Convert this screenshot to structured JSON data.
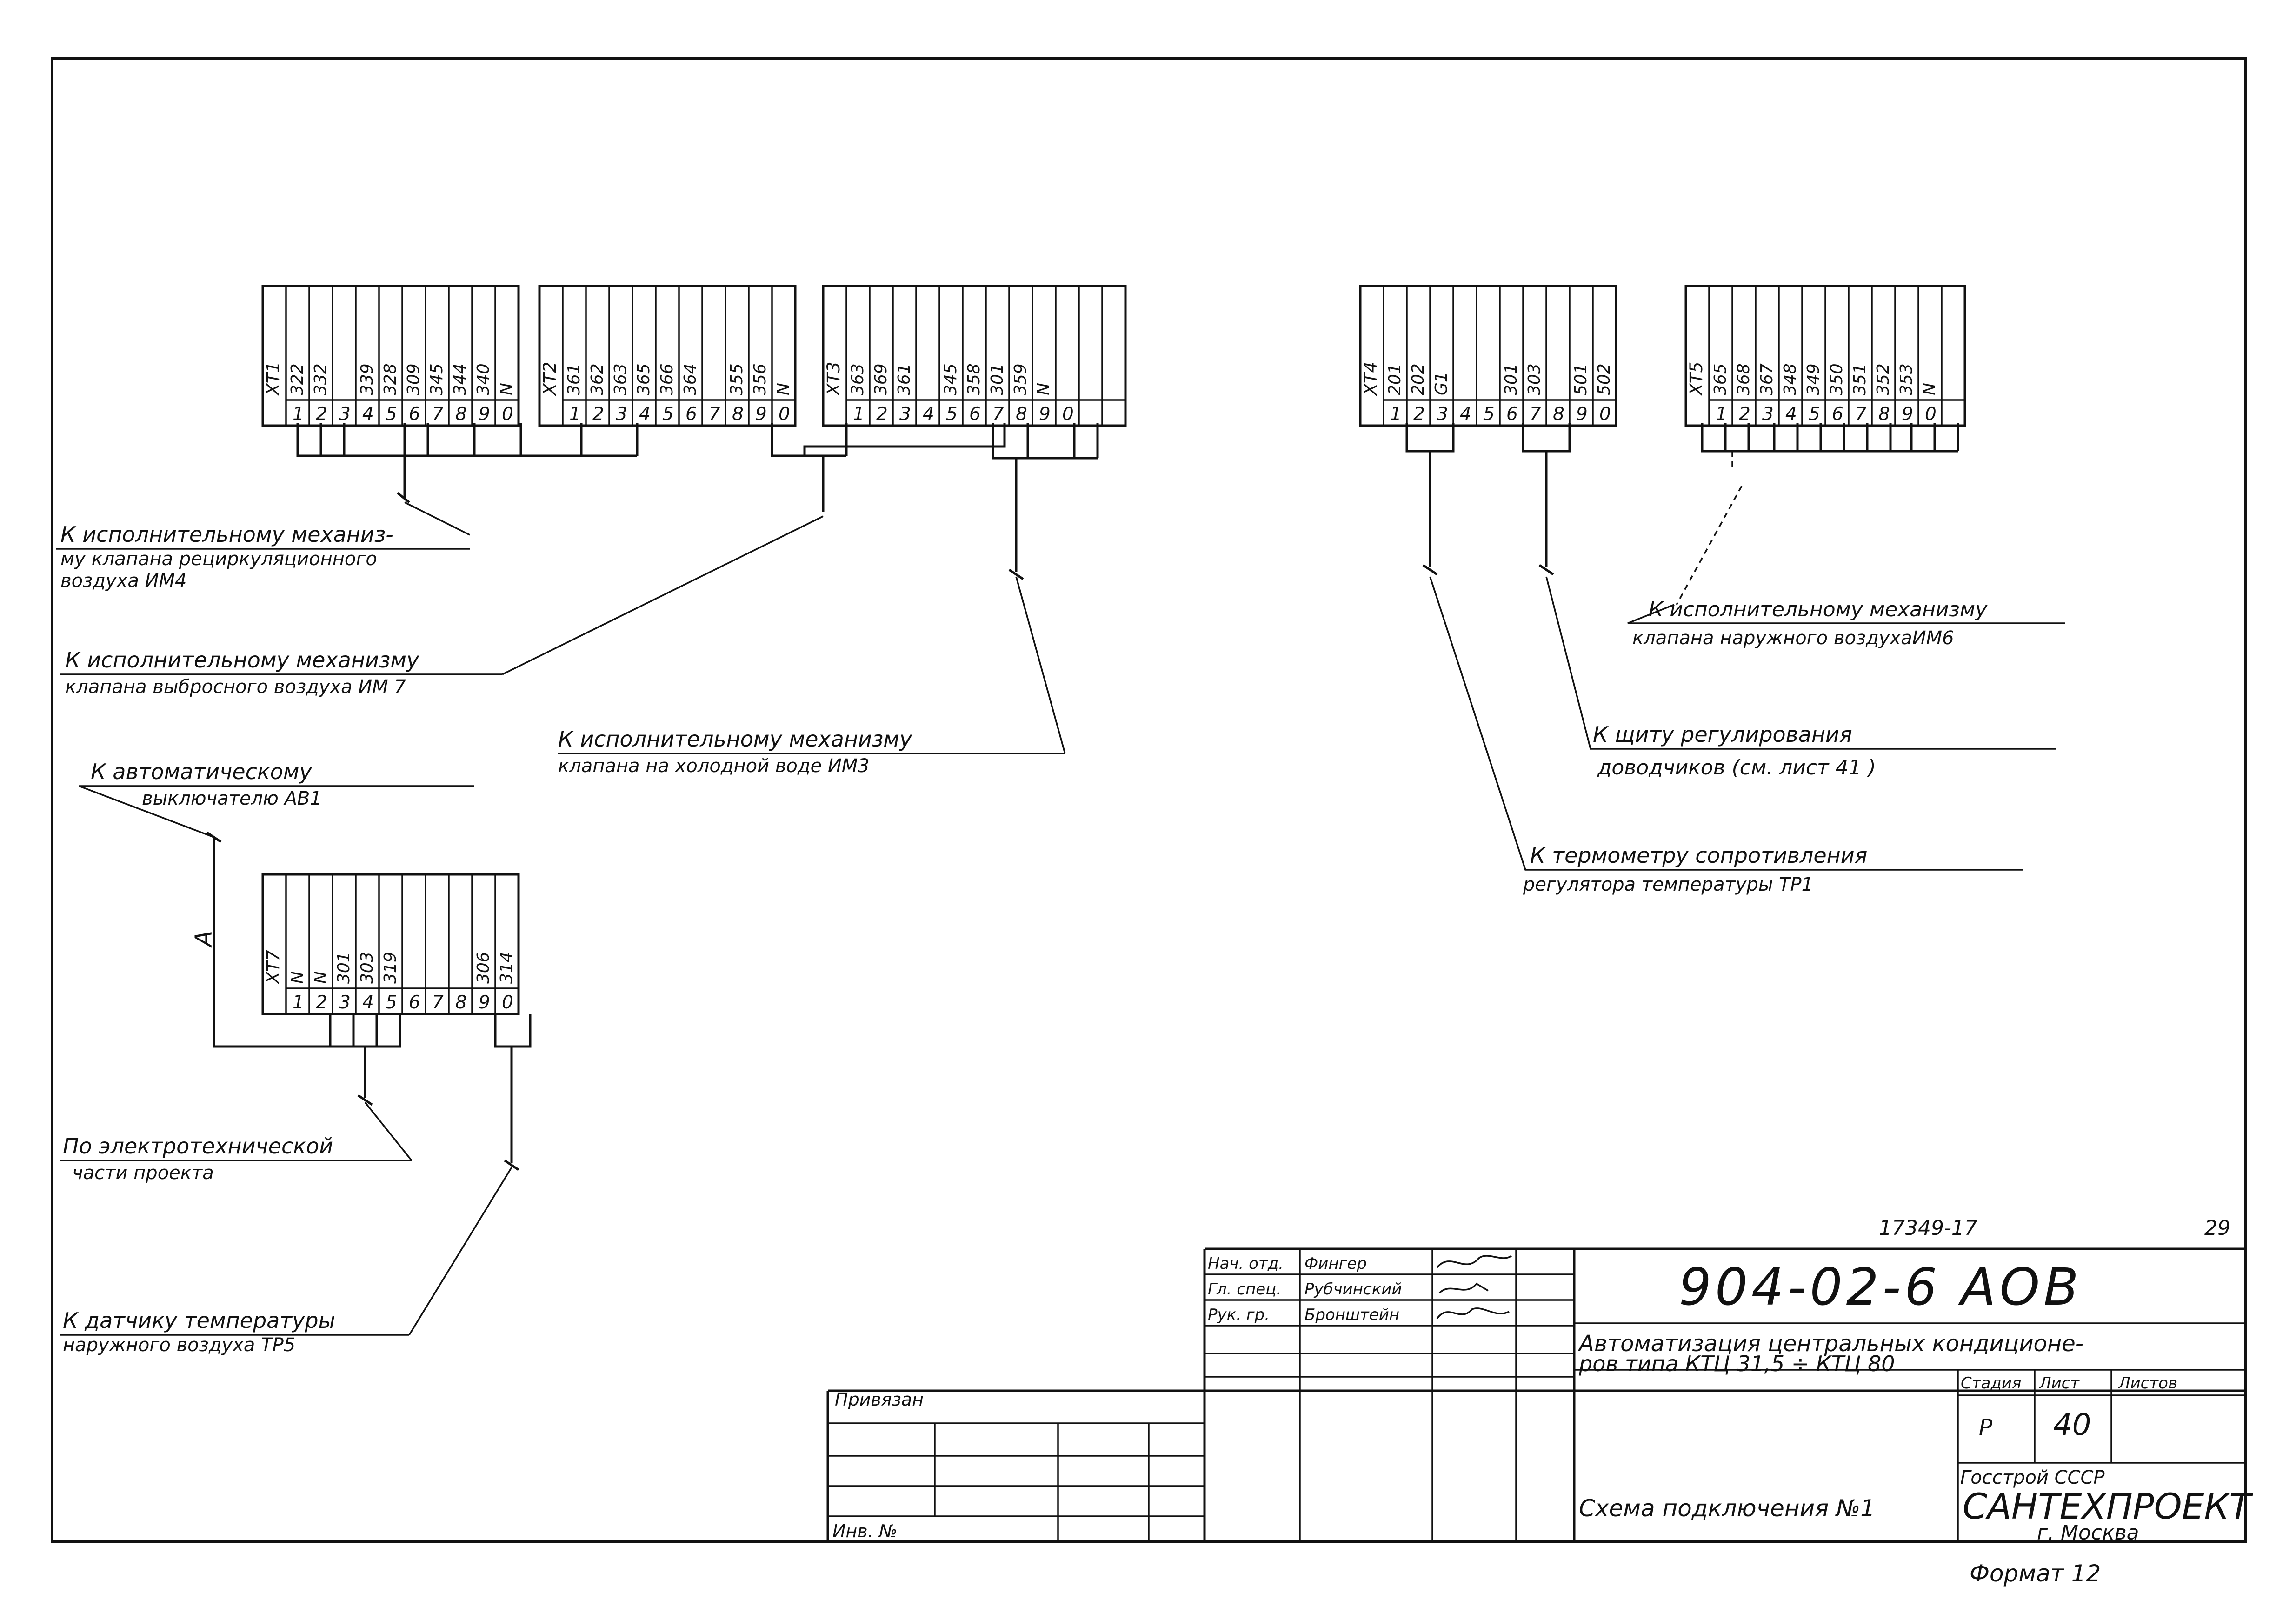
{
  "blocks_top_left": [
    {
      "title": "XT1",
      "wires": [
        "322",
        "332",
        "",
        "339",
        "328",
        "309",
        "345",
        "344",
        "340",
        "N"
      ]
    },
    {
      "title": "XT2",
      "wires": [
        "361",
        "362",
        "363",
        "365",
        "366",
        "364",
        "",
        "355",
        "356",
        "N"
      ]
    },
    {
      "title": "XT3",
      "wires": [
        "363",
        "369",
        "361",
        "",
        "345",
        "358",
        "301",
        "359",
        "N",
        ""
      ]
    }
  ],
  "blocks_top_right": [
    {
      "title": "XT4",
      "wires": [
        "201",
        "202",
        "G1",
        "",
        "",
        "301",
        "303",
        "",
        "501",
        "502"
      ]
    },
    {
      "title": "XT5",
      "wires": [
        "365",
        "368",
        "367",
        "348",
        "349",
        "350",
        "351",
        "352",
        "353",
        "N"
      ]
    }
  ],
  "block_bottom": {
    "title": "XT7",
    "wires": [
      "N",
      "N",
      "301",
      "303",
      "319",
      "",
      "",
      "",
      "306",
      "314"
    ]
  },
  "terminal_numbers": [
    "1",
    "2",
    "3",
    "4",
    "5",
    "6",
    "7",
    "8",
    "9",
    "0"
  ],
  "labels": {
    "im4_line1": "К исполнительному механиз-",
    "im4_line2": "му клапана рециркуляционного",
    "im4_line3": "воздуха ИМ4",
    "im7_line1": "К исполнительному механизму",
    "im7_line2": "клапана выбросного воздуха ИМ 7",
    "im3_line1": "К исполнительному механизму",
    "im3_line2": "клапана на холодной воде ИМ3",
    "ab1_line1": "К автоматическому",
    "ab1_line2": "выключателю АВ1",
    "a_mark": "А",
    "el_line1": "По электротехнической",
    "el_line2": "части проекта",
    "tp5_line1": "К датчику температуры",
    "tp5_line2": "наружного воздуха ТР5",
    "im6_line1": "К исполнительному механизму",
    "im6_line2": "клапана наружного воздухаИМ6",
    "shield_line1": "К щиту регулирования",
    "shield_line2": "доводчиков (см. лист 41 )",
    "tp1_line1": "К термометру сопротивления",
    "tp1_line2": "регулятора температуры ТР1"
  },
  "title_block": {
    "doc_number": "17349-17",
    "page_number": "29",
    "project_code": "904-02-6 АОВ",
    "roles": [
      "Нач. отд.",
      "Гл. спец.",
      "Рук. гр."
    ],
    "names": [
      "Фингер",
      "Рубчинский",
      "Бронштейн"
    ],
    "project_title_line1": "Автоматизация центральных кондиционе-",
    "project_title_line2": "ров типа КТЦ 31,5 ÷ КТЦ 80",
    "col_stage": "Стадия",
    "col_sheet": "Лист",
    "col_sheets": "Листов",
    "stage_value": "Р",
    "sheet_value": "40",
    "sheet_title": "Схема подключения №1",
    "org_line1": "Госстрой СССР",
    "org_line2": "САНТЕХПРОЕКТ",
    "org_line3": "г. Москва",
    "linked_label": "Привязан",
    "inv_label": "Инв. №",
    "format_label": "Формат 12"
  }
}
